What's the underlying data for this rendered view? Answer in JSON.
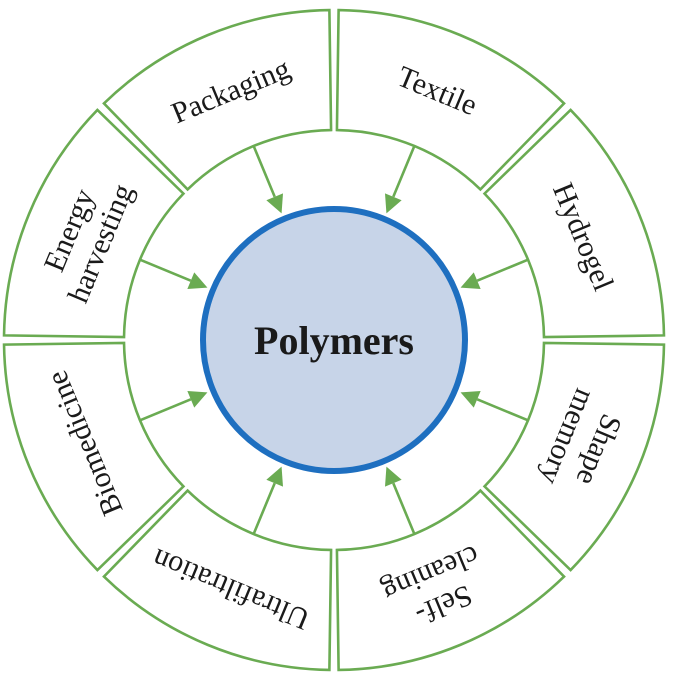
{
  "center": {
    "label": "Polymers"
  },
  "segments": [
    {
      "name": "packaging",
      "lines": [
        "Packaging"
      ]
    },
    {
      "name": "textile",
      "lines": [
        "Textile"
      ]
    },
    {
      "name": "hydrogel",
      "lines": [
        "Hydrogel"
      ]
    },
    {
      "name": "shape-memory",
      "lines": [
        "Shape",
        "memory"
      ]
    },
    {
      "name": "self-cleaning",
      "lines": [
        "Self-",
        "cleaning"
      ]
    },
    {
      "name": "ultrafiltration",
      "lines": [
        "Ultrafiltration"
      ]
    },
    {
      "name": "biomedicine",
      "lines": [
        "Biomedicine"
      ]
    },
    {
      "name": "energy-harvesting",
      "lines": [
        "Energy",
        "harvesting"
      ]
    }
  ],
  "colors": {
    "ring_stroke": "#6aab52",
    "arrow": "#6aab52",
    "center_fill": "#c7d4e8",
    "center_stroke": "#1e6fc0",
    "text": "#1a1a1a"
  }
}
